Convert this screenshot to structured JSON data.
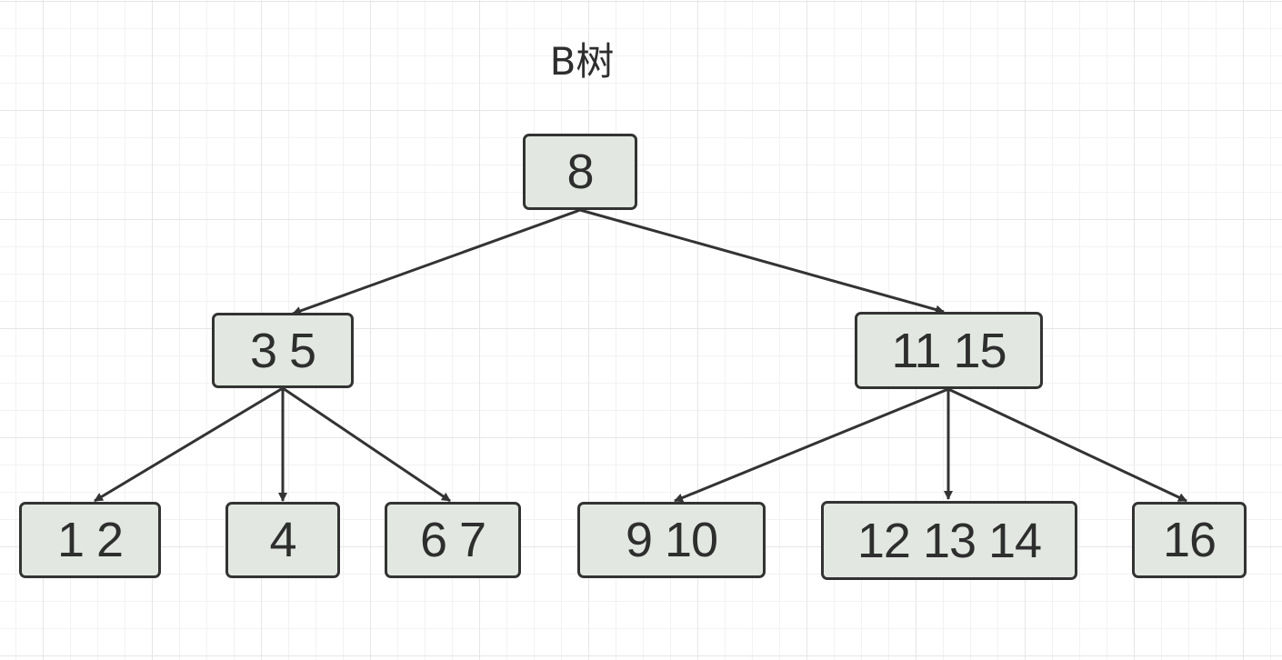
{
  "title": "B树",
  "tree": {
    "root": "8",
    "level2": {
      "left": "3 5",
      "right": "11 15"
    },
    "leaves": {
      "l1": "1 2",
      "l2": "4",
      "l3": "6 7",
      "l4": "9 10",
      "l5": "12 13 14",
      "l6": "16"
    }
  },
  "colors": {
    "node_fill": "#e2e8e1",
    "node_border": "#333333",
    "edge": "#333333",
    "text": "#2e2e2e",
    "grid": "#e6e6e6"
  }
}
